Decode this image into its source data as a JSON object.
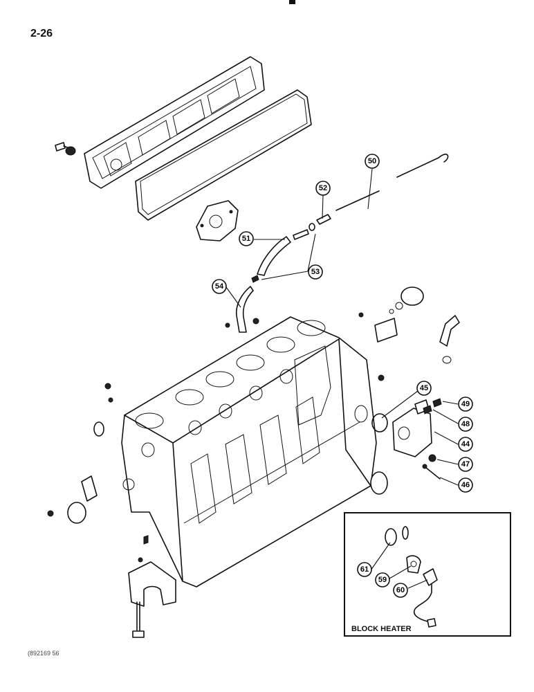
{
  "page_number": "2-26",
  "figure_code": "(892169 56",
  "inset": {
    "label": "BLOCK HEATER"
  },
  "callouts": [
    "44",
    "45",
    "46",
    "47",
    "48",
    "49",
    "50",
    "51",
    "52",
    "53",
    "54",
    "59",
    "60",
    "61"
  ]
}
